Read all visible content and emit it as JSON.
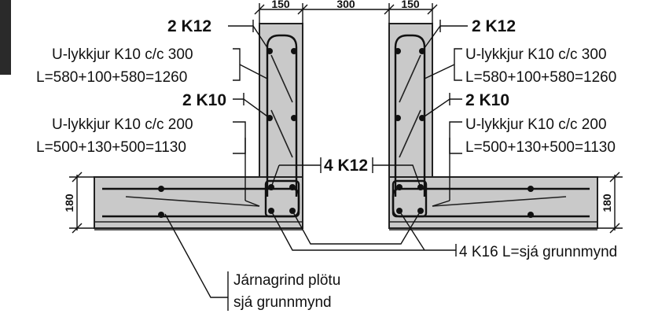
{
  "dimensions": {
    "top_left": "150",
    "top_mid": "300",
    "top_right": "150",
    "slab_left": "180",
    "slab_right": "180"
  },
  "labels": {
    "left_top_bars": "2 K12",
    "right_top_bars": "2 K12",
    "left_u_loop_300": "U-lykkjur K10 c/c 300",
    "right_u_loop_300": "U-lykkjur K10 c/c 300",
    "left_length_1260": "L=580+100+580=1260",
    "right_length_1260": "L=580+100+580=1260",
    "left_mid_bars": "2 K10",
    "right_mid_bars": "2 K10",
    "left_u_loop_200": "U-lykkjur K10 c/c 200",
    "right_u_loop_200": "U-lykkjur K10 c/c 200",
    "left_length_1130": "L=500+130+500=1130",
    "right_length_1130": "L=500+130+500=1130",
    "corner_bars": "4 K12",
    "bottom_bars": "4 K16 L=sjá grunnmynd",
    "mesh_line1": "Járnagrind plötu",
    "mesh_line2": "sjá grunnmynd"
  }
}
